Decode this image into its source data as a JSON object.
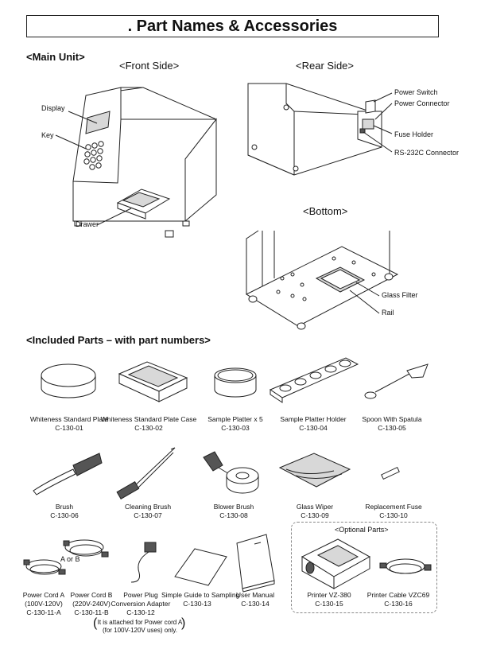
{
  "title": ". Part Names & Accessories",
  "main_unit": {
    "heading": "<Main Unit>",
    "front_side": "<Front Side>",
    "rear_side": "<Rear Side>",
    "bottom": "<Bottom>",
    "front_labels": {
      "display": "Display",
      "key": "Key",
      "drawer": "Drawer"
    },
    "rear_labels": {
      "power_switch": "Power Switch",
      "power_connector": "Power Connector",
      "fuse_holder": "Fuse Holder",
      "rs232c": "RS-232C Connector"
    },
    "bottom_labels": {
      "glass_filter": "Glass Filter",
      "rail": "Rail"
    }
  },
  "included": {
    "heading": "<Included Parts – with part numbers>",
    "optional_heading": "<Optional Parts>",
    "or_label": "A or B",
    "note_line1": "It is attached for Power cord A",
    "note_line2": "(for 100V-120V uses) only.",
    "parts": [
      {
        "name": "Whiteness Standard Plate",
        "code": "C-130-01"
      },
      {
        "name": "Whiteness Standard Plate Case",
        "code": "C-130-02"
      },
      {
        "name": "Sample Platter x 5",
        "code": "C-130-03"
      },
      {
        "name": "Sample Platter Holder",
        "code": "C-130-04"
      },
      {
        "name": "Spoon With Spatula",
        "code": "C-130-05"
      },
      {
        "name": "Brush",
        "code": "C-130-06"
      },
      {
        "name": "Cleaning Brush",
        "code": "C-130-07"
      },
      {
        "name": "Blower Brush",
        "code": "C-130-08"
      },
      {
        "name": "Glass Wiper",
        "code": "C-130-09"
      },
      {
        "name": "Replacement Fuse",
        "code": "C-130-10"
      },
      {
        "name": "Power Cord A",
        "spec": "(100V-120V)",
        "code": "C-130-11-A"
      },
      {
        "name": "Power Cord B",
        "spec": "(220V-240V)",
        "code": "C-130-11-B"
      },
      {
        "name": "Power Plug",
        "spec": "Conversion Adapter",
        "code": "C-130-12"
      },
      {
        "name": "Simple Guide to Sampling",
        "code": "C-130-13"
      },
      {
        "name": "User Manual",
        "code": "C-130-14"
      },
      {
        "name": "Printer VZ-380",
        "code": "C-130-15"
      },
      {
        "name": "Printer Cable VZC69",
        "code": "C-130-16"
      }
    ]
  }
}
